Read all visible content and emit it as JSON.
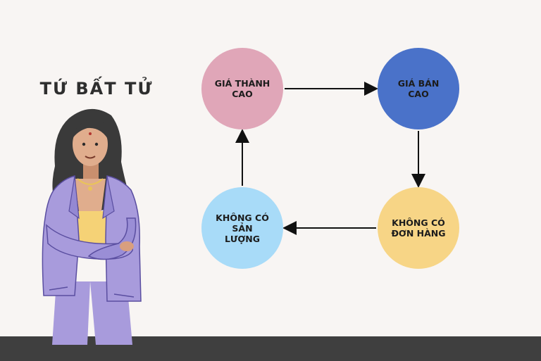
{
  "title": "TỨ BẤT TỬ",
  "colors": {
    "background": "#f8f5f3",
    "floor": "#3f3f3f",
    "node_pink": "#e0a6b8",
    "node_blue": "#4a72c9",
    "node_yellow": "#f7d586",
    "node_lightblue": "#a8dbf8",
    "arrow": "#111111"
  },
  "diagram": {
    "nodes": [
      {
        "id": "n1",
        "label": "GIÁ THÀNH\nCAO",
        "color": "#e0a6b8"
      },
      {
        "id": "n2",
        "label": "GIÁ BÁN\nCAO",
        "color": "#4a72c9"
      },
      {
        "id": "n3",
        "label": "KHÔNG CÓ\nĐƠN HÀNG",
        "color": "#f7d586"
      },
      {
        "id": "n4",
        "label": "KHÔNG CÓ\nSẢN\nLƯỢNG",
        "color": "#a8dbf8"
      }
    ],
    "edges": [
      {
        "from": "n1",
        "to": "n2"
      },
      {
        "from": "n2",
        "to": "n3"
      },
      {
        "from": "n3",
        "to": "n4"
      },
      {
        "from": "n4",
        "to": "n1"
      }
    ]
  },
  "illustration": {
    "icon": "woman-in-purple-suit-arms-crossed"
  }
}
